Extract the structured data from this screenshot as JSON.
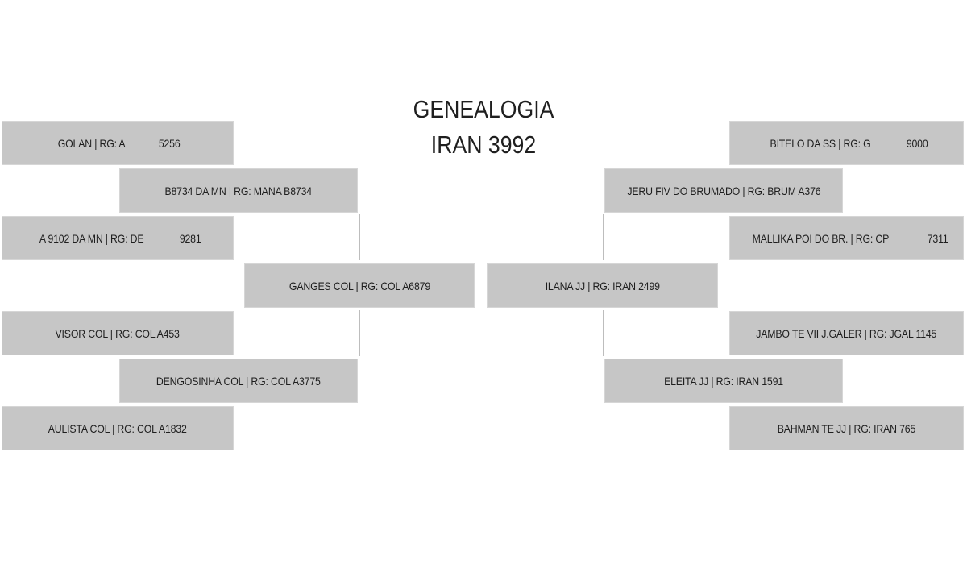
{
  "title": {
    "line1": "GENEALOGIA",
    "line2": "IRAN 3992"
  },
  "sire_side": {
    "parent": {
      "name": "GANGES COL",
      "rg": "COL A6879"
    },
    "sire": {
      "name": "B8734 DA MN",
      "rg": "MANA B8734"
    },
    "dam": {
      "name": "DENGOSINHA COL",
      "rg": "COL A3775"
    },
    "sire_sire": {
      "name": "GOLAN",
      "rg_prefix": "A",
      "rg_number": "5256"
    },
    "sire_dam": {
      "name": "A 9102 DA MN",
      "rg_prefix": "DE",
      "rg_number": "9281"
    },
    "dam_sire": {
      "name": "VISOR COL",
      "rg": "COL A453"
    },
    "dam_dam": {
      "name": "AULISTA COL",
      "rg": "COL A1832"
    }
  },
  "dam_side": {
    "parent": {
      "name": "ILANA JJ",
      "rg": "IRAN 2499"
    },
    "sire": {
      "name": "JERU FIV DO BRUMADO",
      "rg": "BRUM A376"
    },
    "dam": {
      "name": "ELEITA JJ",
      "rg": "IRAN 1591"
    },
    "sire_sire": {
      "name": "BITELO DA SS",
      "rg_prefix": "G",
      "rg_number": "9000"
    },
    "sire_dam": {
      "name": "MALLIKA POI DO BR.",
      "rg_prefix": "CP",
      "rg_number": "7311"
    },
    "dam_sire": {
      "name": "JAMBO TE VII J.GALER",
      "rg": "JGAL 1145"
    },
    "dam_dam": {
      "name": "BAHMAN TE JJ",
      "rg": "IRAN 765"
    }
  },
  "labels": {
    "rg_separator": " | RG: "
  }
}
